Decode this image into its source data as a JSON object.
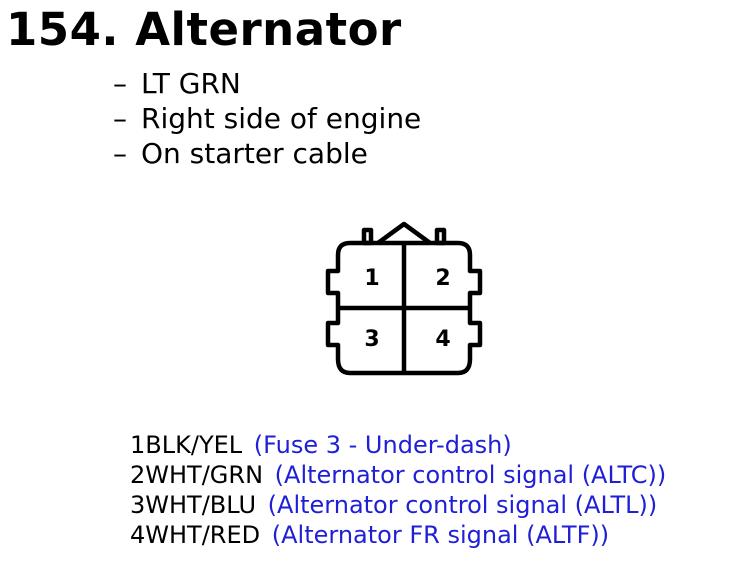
{
  "header": {
    "title": "154. Alternator"
  },
  "details": [
    "LT GRN",
    "Right side of engine",
    "On starter cable"
  ],
  "details_bullet": "–",
  "connector": {
    "pin_labels": [
      "1",
      "2",
      "3",
      "4"
    ]
  },
  "pins": [
    {
      "num": "1",
      "wire": "BLK/YEL",
      "desc": "(Fuse 3 - Under-dash)"
    },
    {
      "num": "2",
      "wire": "WHT/GRN",
      "desc": "(Alternator control signal (ALTC))"
    },
    {
      "num": "3",
      "wire": "WHT/BLU",
      "desc": "(Alternator control signal (ALTL))"
    },
    {
      "num": "4",
      "wire": "WHT/RED",
      "desc": "(Alternator FR signal (ALTF))"
    }
  ],
  "colors": {
    "text": "#000000",
    "link": "#1f1fd6",
    "background": "#ffffff"
  }
}
